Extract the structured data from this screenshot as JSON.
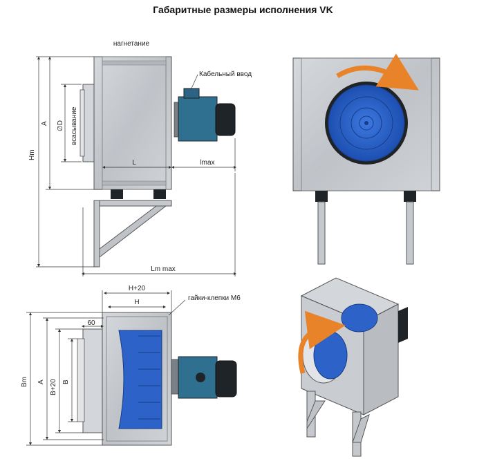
{
  "title": "Габаритные размеры исполнения VK",
  "labels": {
    "discharge": "нагнетание",
    "cable_entry": "Кабельный ввод",
    "suction": "всасывание",
    "diameter": "∅D",
    "a": "A",
    "hm": "Hm",
    "l": "L",
    "lmax": "lmax",
    "lm_max": "Lm max",
    "h_plus_20": "H+20",
    "h": "H",
    "rivet_nuts": "гайки-клепки M6",
    "sixty": "60",
    "bm": "Bm",
    "a2": "A",
    "b_plus_20": "B+20",
    "b": "B"
  },
  "colors": {
    "housing": "#c9ccd0",
    "housing_dark": "#9ea3a8",
    "impeller": "#2d63c8",
    "motor": "#2f6f8f",
    "motor_dark": "#1e2428",
    "arrow": "#e8832a",
    "line": "#333333"
  }
}
